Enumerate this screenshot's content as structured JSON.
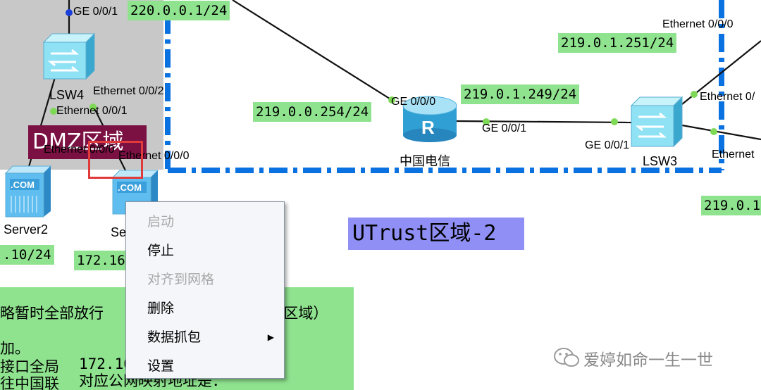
{
  "zones": {
    "dmz_label": "DMZ区域",
    "utrust_label": "UTrust区域-2"
  },
  "devices": {
    "lsw4": "LSW4",
    "china_telecom": "中国电信",
    "lsw3": "LSW3",
    "server2": "Server2",
    "server_partial": "Se",
    "server2_icon_text": ".COM",
    "server1_icon_text": ".COM"
  },
  "interfaces": {
    "lsw4_ge001": "GE 0/0/1",
    "lsw4_eth002": "Ethernet 0/0/2",
    "lsw4_eth001": "Ethernet 0/0/1",
    "server2_eth": "Ethernet 0/0/0",
    "server_eth": "Ethernet 0/0/0",
    "r_ge000": "GE 0/0/0",
    "r_ge001": "GE 0/0/1",
    "lsw3_ge001": "GE 0/0/1",
    "right_eth000": "Ethernet 0/0/0",
    "lsw3_eth_upper": "Ethernet 0/",
    "lsw3_eth_lower": "Ethernet"
  },
  "ips": {
    "top_left": "220.0.0.1/24",
    "left_mid": "219.0.0.254/24",
    "r_right": "219.0.1.249/24",
    "top_right": "219.0.1.251/24",
    "bottom_right": "219.0.1",
    "server2_ip": ".10/24",
    "server_ip": "172.16"
  },
  "note": {
    "line1": "略暂时全部放行",
    "line1_right": "nz区域）",
    "line2": "加。",
    "line3": "接口全局",
    "line3_overlap": "172.16",
    "line4": "往中国联",
    "line4_right": "对应公网映射地址是："
  },
  "context_menu": {
    "items": [
      {
        "label": "启动",
        "enabled": false
      },
      {
        "label": "停止",
        "enabled": true
      },
      {
        "label": "对齐到网格",
        "enabled": false
      },
      {
        "label": "删除",
        "enabled": true
      },
      {
        "label": "数据抓包",
        "enabled": true,
        "submenu": true
      },
      {
        "label": "设置",
        "enabled": true
      }
    ],
    "submenu_arrow": "▶"
  },
  "watermark": {
    "text": "爱婷如命一生一世"
  },
  "colors": {
    "dmz_zone": "#7b1043",
    "utrust_zone": "#8f8ff5",
    "ip_label": "#8fe38f",
    "zone_border": "#0a72e0",
    "highlight": "#e13a3a"
  }
}
